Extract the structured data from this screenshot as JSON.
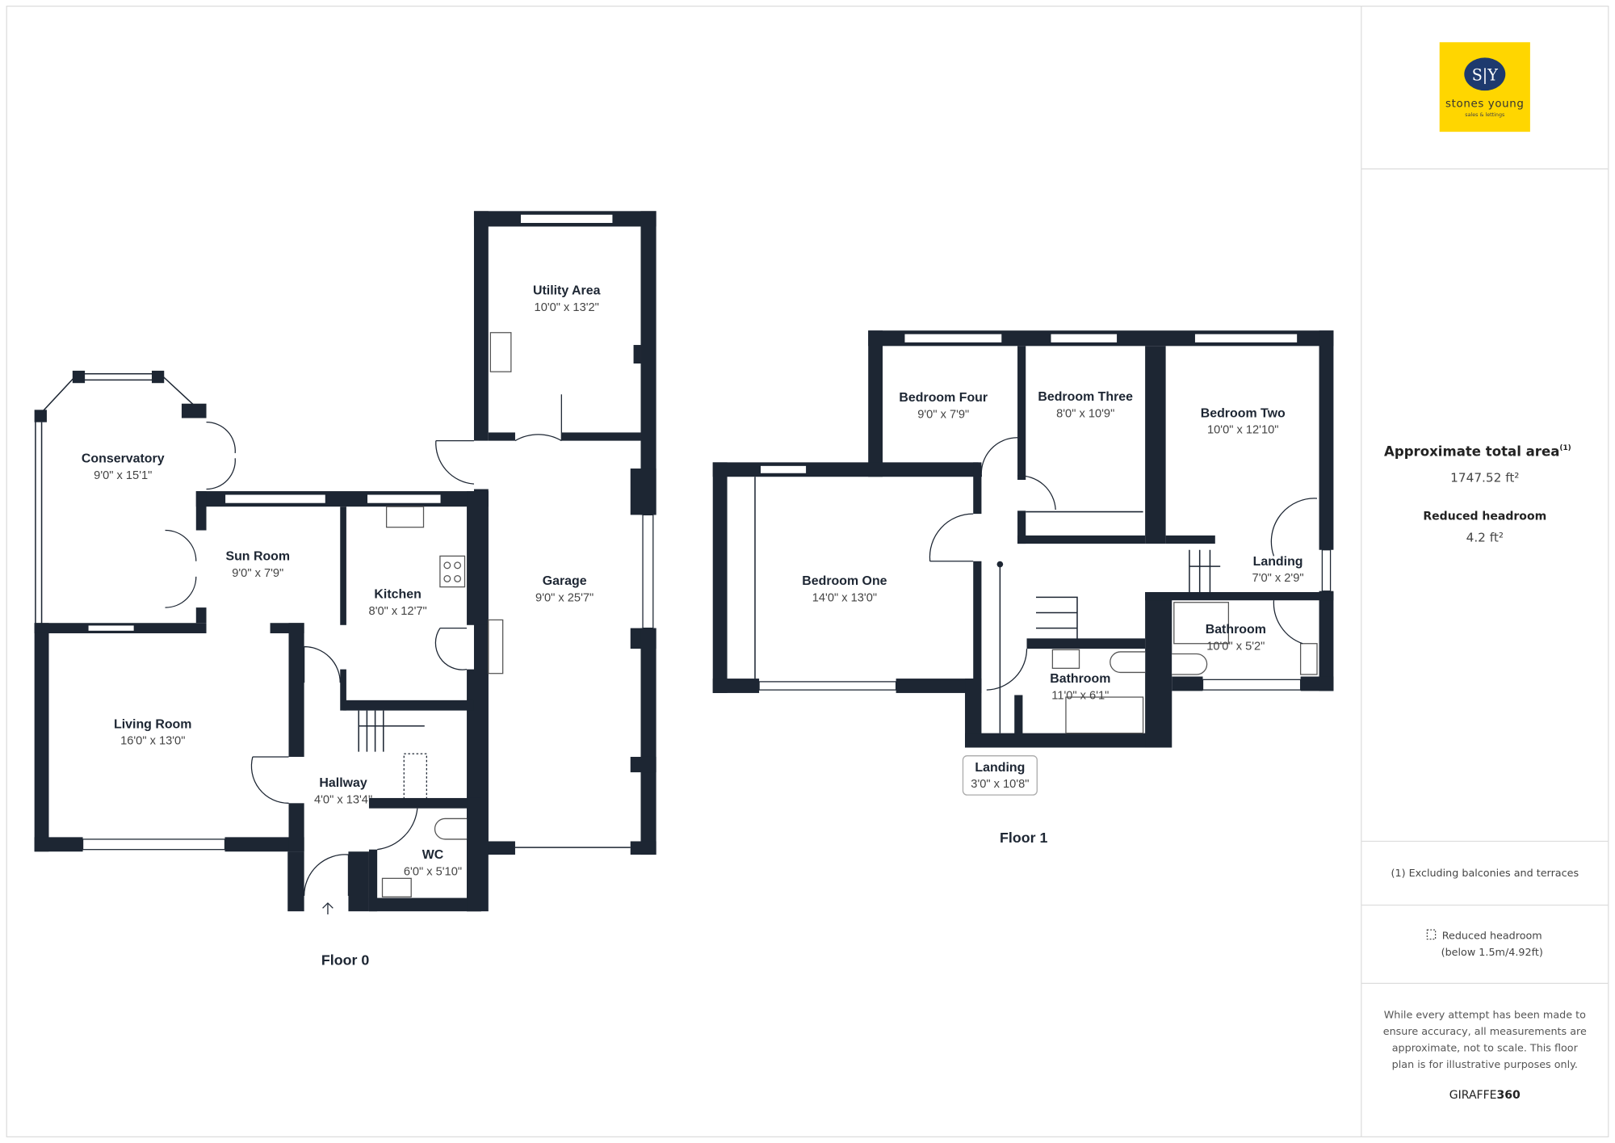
{
  "brand": {
    "logo_monogram": "S|Y",
    "logo_name": "stones young",
    "logo_tagline": "sales & lettings",
    "logo_bg_color": "#FFD600",
    "logo_circle_color": "#1E3A6E"
  },
  "summary": {
    "total_area_label": "Approximate total area",
    "total_area_note_marker": "(1)",
    "total_area_value": "1747.52 ft²",
    "reduced_headroom_label": "Reduced headroom",
    "reduced_headroom_value": "4.2 ft²"
  },
  "notes": {
    "footnote": "(1) Excluding balconies and terraces",
    "legend_line1": "Reduced headroom",
    "legend_line2": "(below 1.5m/4.92ft)",
    "disclaimer": [
      "While every attempt has been made to",
      "ensure accuracy, all measurements are",
      "approximate, not to scale. This floor",
      "plan is for illustrative purposes only."
    ],
    "credit_light": "GIRAFFE",
    "credit_bold": "360"
  },
  "floors": [
    {
      "label": "Floor 0",
      "rooms": [
        {
          "name": "Utility Area",
          "dims": "10'0\" x 13'2\""
        },
        {
          "name": "Conservatory",
          "dims": "9'0\" x 15'1\""
        },
        {
          "name": "Sun Room",
          "dims": "9'0\" x 7'9\""
        },
        {
          "name": "Kitchen",
          "dims": "8'0\" x 12'7\""
        },
        {
          "name": "Garage",
          "dims": "9'0\" x 25'7\""
        },
        {
          "name": "Living Room",
          "dims": "16'0\" x 13'0\""
        },
        {
          "name": "Hallway",
          "dims": "4'0\" x 13'4\""
        },
        {
          "name": "WC",
          "dims": "6'0\" x 5'10\""
        }
      ]
    },
    {
      "label": "Floor 1",
      "rooms": [
        {
          "name": "Bedroom Four",
          "dims": "9'0\" x 7'9\""
        },
        {
          "name": "Bedroom Three",
          "dims": "8'0\" x 10'9\""
        },
        {
          "name": "Bedroom Two",
          "dims": "10'0\" x 12'10\""
        },
        {
          "name": "Bedroom One",
          "dims": "14'0\" x 13'0\""
        },
        {
          "name": "Landing",
          "dims": "7'0\" x 2'9\""
        },
        {
          "name": "Bathroom",
          "dims": "10'0\" x 5'2\""
        },
        {
          "name": "Bathroom",
          "dims": "11'0\" x 6'1\""
        },
        {
          "name": "Landing",
          "dims": "3'0\" x 10'8\""
        }
      ]
    }
  ]
}
